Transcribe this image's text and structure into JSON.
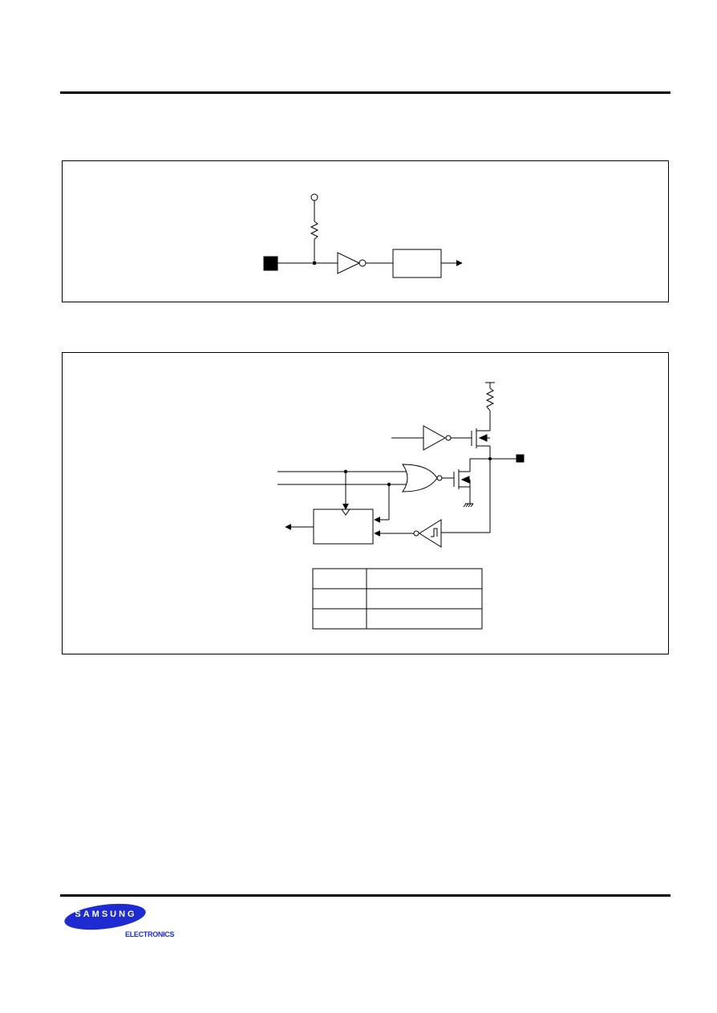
{
  "brand": {
    "logo_word": "SAMSUNG",
    "logo_sub": "ELECTRONICS",
    "logo_color": "#1e2bd0"
  },
  "figures": [
    {
      "name": "input-circuit",
      "components": [
        "pull-up-resistor",
        "input-pad",
        "inverter",
        "function-block",
        "output-arrow"
      ]
    },
    {
      "name": "io-circuit",
      "components": [
        "pull-up-resistor",
        "inverter",
        "pmos-transistor",
        "nor-gate",
        "nmos-transistor",
        "ground",
        "io-pad",
        "latch-block",
        "schmitt-trigger-buffer",
        "output-arrow",
        "legend-table"
      ]
    }
  ],
  "legend_table": {
    "rows": [
      [
        "",
        ""
      ],
      [
        "",
        ""
      ],
      [
        "",
        ""
      ]
    ]
  }
}
